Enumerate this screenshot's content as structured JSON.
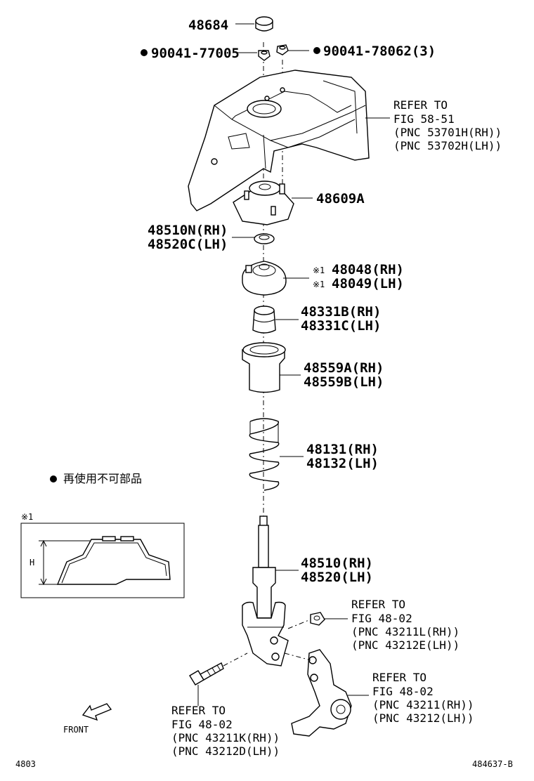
{
  "parts": {
    "p48684": "48684",
    "p90041_77005": "90041-77005",
    "p90041_78062": "90041-78062(3)",
    "refer_top": [
      "REFER TO",
      "FIG 58-51",
      "(PNC 53701H(RH))",
      "(PNC 53702H(LH))"
    ],
    "p48609A": "48609A",
    "p48510N": "48510N(RH)",
    "p48520C": "48520C(LH)",
    "p48048": "48048(RH)",
    "p48049": "48049(LH)",
    "p48331B": "48331B(RH)",
    "p48331C": "48331C(LH)",
    "p48559A": "48559A(RH)",
    "p48559B": "48559B(LH)",
    "p48131": "48131(RH)",
    "p48132": "48132(LH)",
    "p48510": "48510(RH)",
    "p48520": "48520(LH)",
    "refer_nut": [
      "REFER TO",
      "FIG 48-02",
      "(PNC 43211L(RH))",
      "(PNC 43212E(LH))"
    ],
    "refer_knuckle": [
      "REFER TO",
      "FIG 48-02",
      "(PNC 43211(RH))",
      "(PNC 43212(LH))"
    ],
    "refer_bolt": [
      "REFER TO",
      "FIG 48-02",
      "(PNC 43211K(RH))",
      "(PNC 43212D(LH))"
    ]
  },
  "marks": {
    "note1": "※1",
    "note1b": "※1",
    "bullet": "●",
    "legend_text": "再使用不可部品",
    "inset_title": "※1",
    "inset_h": "H"
  },
  "footer": {
    "front": "FRONT",
    "left_code": "4803",
    "right_code": "484637-B"
  }
}
